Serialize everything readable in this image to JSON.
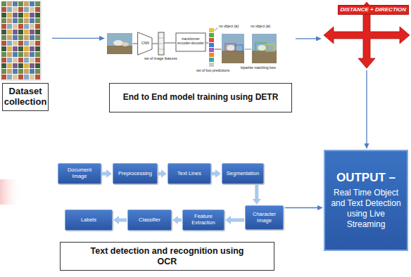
{
  "diagram": {
    "nodes": [
      {
        "text": [
          "Dataset collection"
        ]
      },
      {
        "text": [
          "End to End model training using DETR"
        ]
      },
      {
        "text": [
          "DISTANCE + DIRECTION"
        ]
      },
      {
        "text": [
          "OUTPUT –",
          "Real Time Object and Text Detection using Live Streaming"
        ]
      },
      {
        "text": [
          "Document Image"
        ]
      },
      {
        "text": [
          "Preprocessing"
        ]
      },
      {
        "text": [
          "Text Lines"
        ]
      },
      {
        "text": [
          "Segmentation"
        ]
      },
      {
        "text": [
          "Character Image"
        ]
      },
      {
        "text": [
          "Feature Extraction"
        ]
      },
      {
        "text": [
          "Classifier"
        ]
      },
      {
        "text": [
          "Labels"
        ]
      },
      {
        "text": [
          "Text detection and recognition using OCR"
        ]
      }
    ],
    "edges": [
      {
        "from": 0,
        "to": 1,
        "arrow": "to"
      },
      {
        "from": 1,
        "to": 2,
        "arrow": "to"
      },
      {
        "from": 2,
        "to": 3,
        "arrow": "to"
      },
      {
        "from": 4,
        "to": 5,
        "arrow": "to"
      },
      {
        "from": 5,
        "to": 6,
        "arrow": "to"
      },
      {
        "from": 6,
        "to": 7,
        "arrow": "to"
      },
      {
        "from": 7,
        "to": 8,
        "arrow": "to"
      },
      {
        "from": 8,
        "to": 9,
        "arrow": "to"
      },
      {
        "from": 9,
        "to": 10,
        "arrow": "to"
      },
      {
        "from": 10,
        "to": 11,
        "arrow": "to"
      },
      {
        "from": 8,
        "to": 3,
        "arrow": "to"
      }
    ],
    "labels": [
      "CNN",
      "set of image features",
      "transformer encoder-decoder",
      "set of box predictions",
      "no object (ø)",
      "no object (ø)",
      "bipartite matching loss"
    ]
  }
}
